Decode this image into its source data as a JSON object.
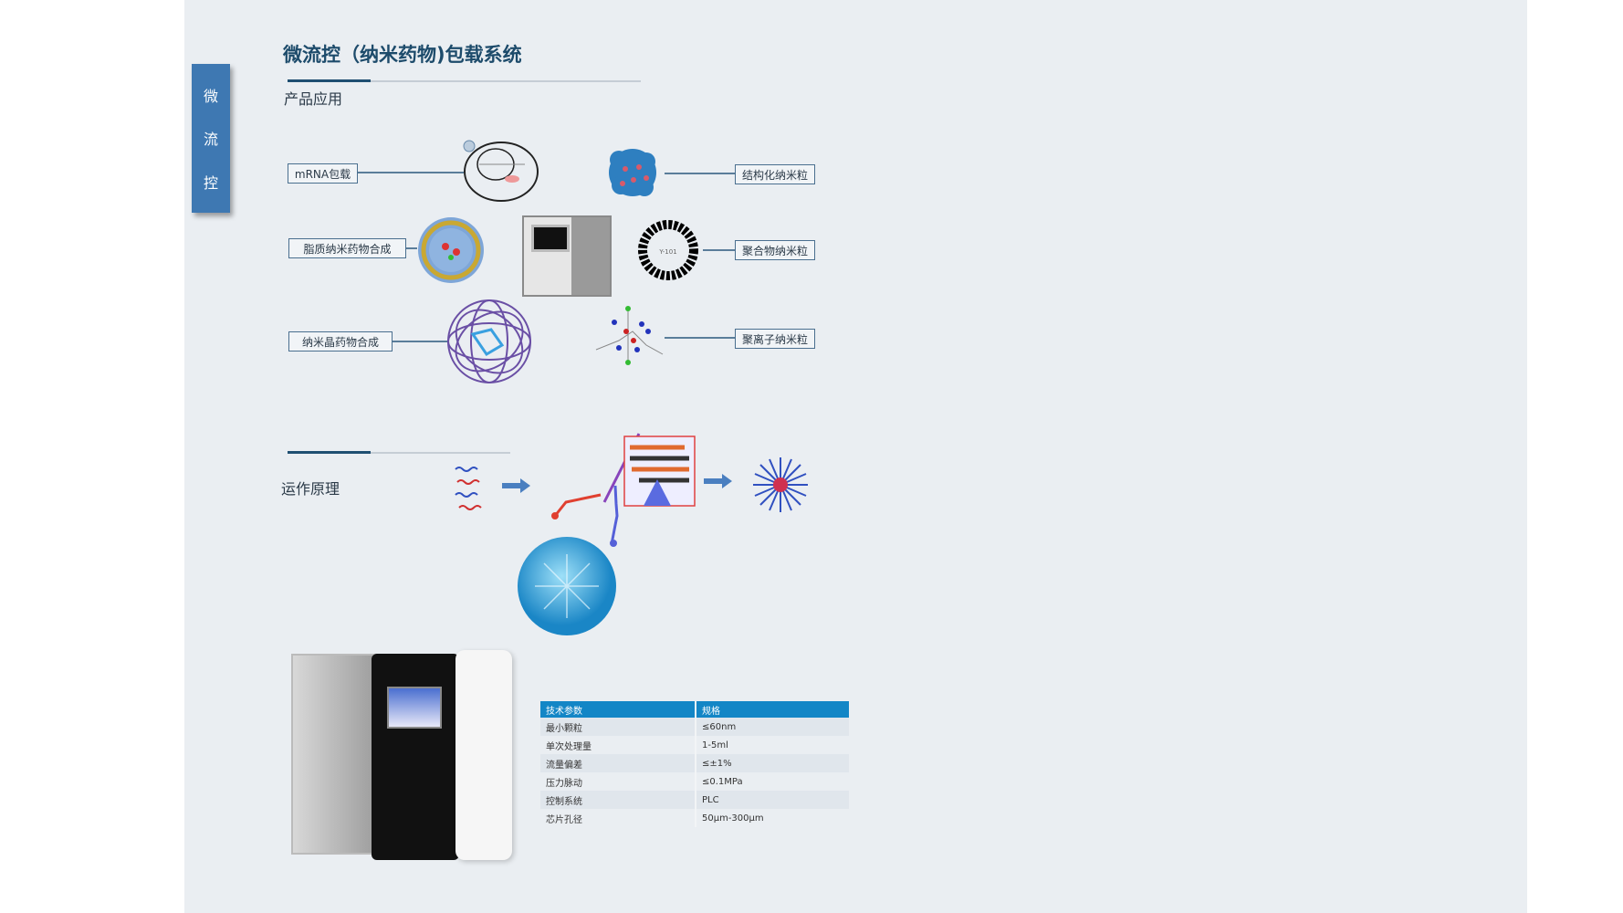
{
  "sidebar_tab": [
    "微",
    "流",
    "控"
  ],
  "title": "微流控（纳米药物)包载系统",
  "section1": {
    "heading": "产品应用",
    "labels_left": [
      "mRNA包载",
      "脂质纳米药物合成",
      "纳米晶药物合成"
    ],
    "labels_right": [
      "结构化纳米粒",
      "聚合物纳米粒",
      "聚离子纳米粒"
    ],
    "polymer_image_text": "Y-101"
  },
  "section2": {
    "heading": "运作原理"
  },
  "spec_table": {
    "headers": [
      "技术参数",
      "规格"
    ],
    "rows": [
      [
        "最小颗粒",
        "≤60nm"
      ],
      [
        "单次处理量",
        "1-5ml"
      ],
      [
        "流量偏差",
        "≤±1%"
      ],
      [
        "压力脉动",
        "≤0.1MPa"
      ],
      [
        "控制系统",
        "PLC"
      ],
      [
        "芯片孔径",
        "50μm-300μm"
      ]
    ]
  },
  "colors": {
    "accent": "#3e78b2",
    "title": "#1d4b6b",
    "table_header": "#1386c6"
  }
}
